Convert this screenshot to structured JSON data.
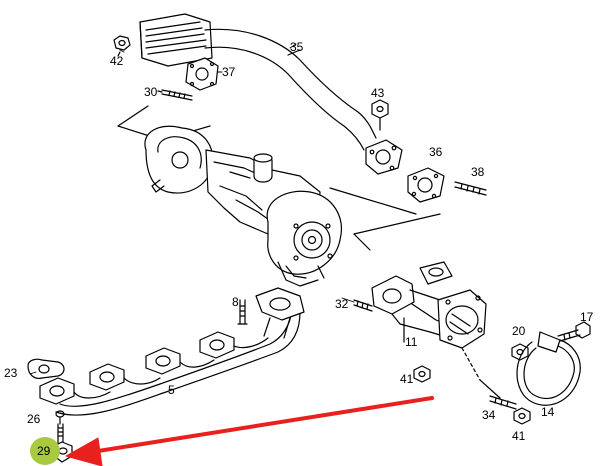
{
  "diagram": {
    "part_labels": {
      "p42": "42",
      "p35": "35",
      "p30": "30",
      "p37": "37",
      "p43": "43",
      "p36": "36",
      "p38": "38",
      "p8": "8",
      "p32": "32",
      "p11": "11",
      "p23": "23",
      "p5": "5",
      "p41a": "41",
      "p41b": "41",
      "p26": "26",
      "p29": "29",
      "p20": "20",
      "p17": "17",
      "p14": "14",
      "p34": "34"
    },
    "highlight": {
      "part": "29",
      "color": "#a9c940"
    },
    "arrow": {
      "color": "#e8201e"
    }
  }
}
